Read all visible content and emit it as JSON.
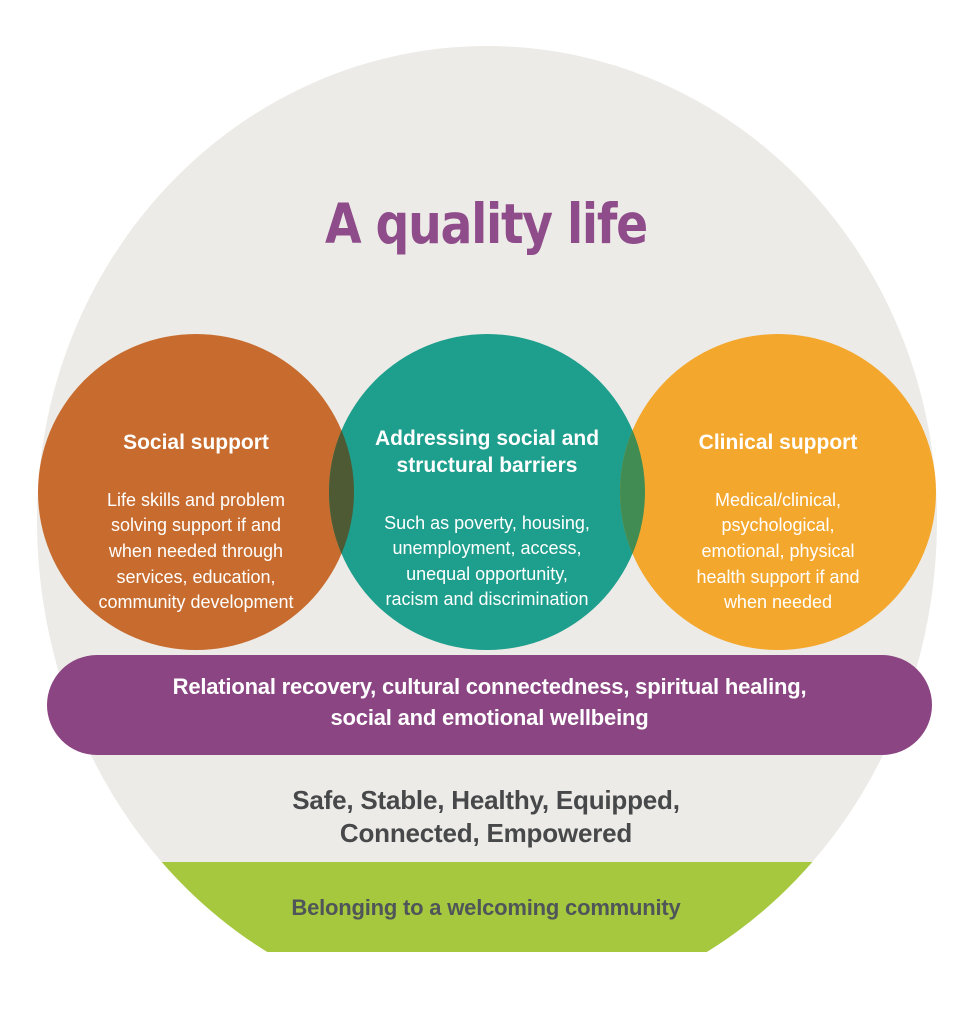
{
  "diagram": {
    "title": "A quality life",
    "colors": {
      "background": "#EDEBE7",
      "title": "#8F4C8A",
      "social": "#C76C2E",
      "structural": "#1E9E8C",
      "clinical": "#F3A72D",
      "overlap_social_structural": "#4D5A34",
      "overlap_structural_clinical": "#408C53",
      "banner": "#8A4582",
      "base_band": "#A6C83E",
      "circle_text": "#FFFFFF",
      "foundation_text": "#47484A",
      "base_text": "#4F5558"
    }
  },
  "circles": [
    {
      "title": "Social support",
      "body": "Life skills and problem\nsolving support if and\nwhen needed through\nservices, education,\ncommunity development"
    },
    {
      "title": "Addressing social and\nstructural barriers",
      "body": "Such as poverty, housing,\nunemployment, access,\nunequal opportunity,\nracism and discrimination"
    },
    {
      "title": "Clinical support",
      "body": "Medical/clinical,\npsychological,\nemotional, physical\nhealth support if and\nwhen needed"
    }
  ],
  "banner": {
    "text": "Relational recovery, cultural connectedness, spiritual healing,\nsocial and emotional wellbeing"
  },
  "foundation": {
    "text": "Safe, Stable, Healthy, Equipped,\nConnected, Empowered"
  },
  "base": {
    "text": "Belonging to a welcoming community"
  }
}
